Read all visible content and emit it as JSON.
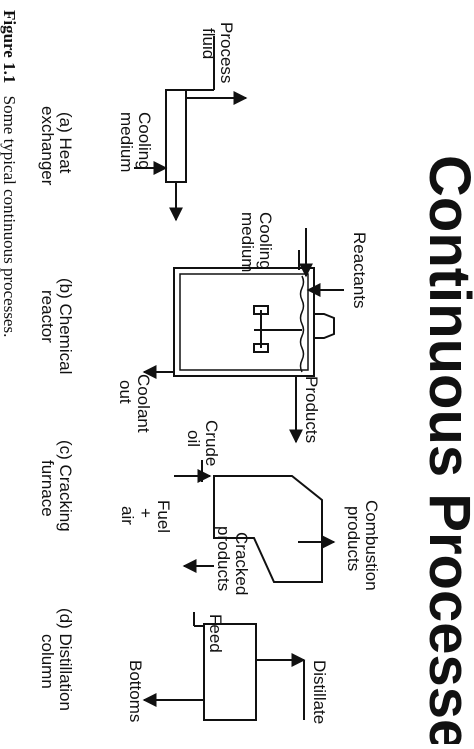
{
  "heading": "Continuous Processes",
  "colors": {
    "heading": "#2b3a8f",
    "ink": "#111111"
  },
  "figure": {
    "label": "Figure 1.1",
    "caption": "Some typical continuous processes."
  },
  "panels": {
    "a": {
      "caption_line1": "(a) Heat",
      "caption_line2": "exchanger",
      "process_fluid_line1": "Process",
      "process_fluid_line2": "fluid",
      "cooling_medium_line1": "Cooling",
      "cooling_medium_line2": "medium"
    },
    "b": {
      "caption_line1": "(b) Chemical",
      "caption_line2": "reactor",
      "cooling_medium_line1": "Cooling",
      "cooling_medium_line2": "medium",
      "reactants": "Reactants",
      "products": "Products",
      "coolant_out_line1": "Coolant",
      "coolant_out_line2": "out"
    },
    "c": {
      "caption_line1": "(c) Cracking",
      "caption_line2": "furnace",
      "crude_oil_line1": "Crude",
      "crude_oil_line2": "oil",
      "fuel_air_line1": "Fuel",
      "fuel_air_line2": "+",
      "fuel_air_line3": "air",
      "combustion_products_line1": "Combustion",
      "combustion_products_line2": "products",
      "cracked_products_line1": "Cracked",
      "cracked_products_line2": "products"
    },
    "d": {
      "caption_line1": "(d) Distillation",
      "caption_line2": "column",
      "feed": "Feed",
      "distillate": "Distillate",
      "bottoms": "Bottoms"
    }
  }
}
